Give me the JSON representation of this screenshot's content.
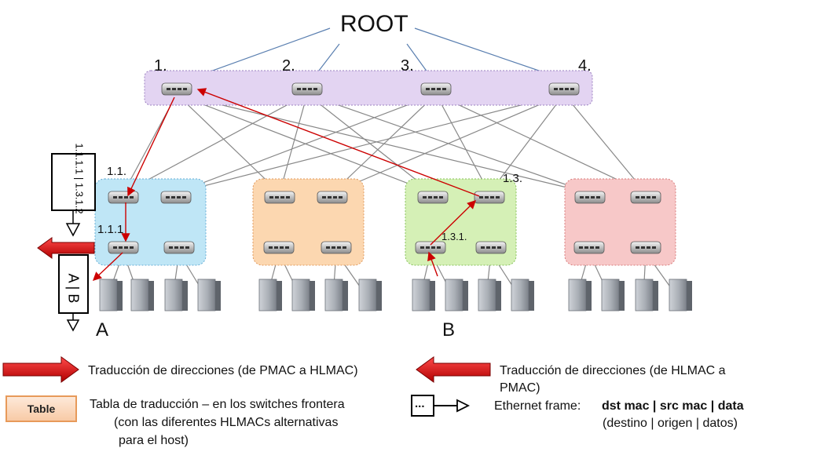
{
  "root_label": "ROOT",
  "core_labels": [
    "1.",
    "2.",
    "3.",
    "4."
  ],
  "switch_labels": {
    "s11": "1.1.",
    "s111": "1.1.1",
    "s13": "1.3.",
    "s131": "1.3.1."
  },
  "host_labels": {
    "a": "A",
    "b": "B"
  },
  "translation_table": "1.1.1.1 | 1.3.1.2",
  "frame_text": "A | B",
  "colors": {
    "core": "#e3d4f2",
    "pod1": "#bfe6f6",
    "pod2": "#fcd7b0",
    "pod3": "#d5f0b6",
    "pod4": "#f7c8c8",
    "arrow": "#cc0000",
    "link": "#888888",
    "root_link": "#5a7fb0"
  },
  "legend": {
    "pmac_to_hlmac": "Traducción de direcciones (de  PMAC a HLMAC)",
    "hlmac_to_pmac_1": "Traducción de direcciones (de  HLMAC a",
    "hlmac_to_pmac_2": "PMAC)",
    "table_box": "Table",
    "table_desc_1": "Tabla de traducción – en los switches frontera",
    "table_desc_2": "(con las diferentes HLMACs alternativas",
    "table_desc_3": "para el host)",
    "frame_box": "...",
    "frame_label": "Ethernet frame:",
    "frame_fields": "dst mac | src mac | data",
    "frame_fields_es": "(destino | origen | datos)"
  }
}
